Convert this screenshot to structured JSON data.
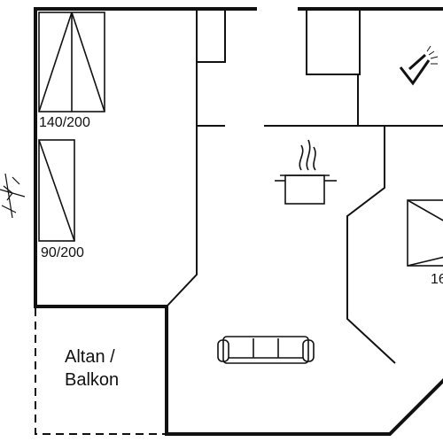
{
  "labels": {
    "bed_1": "140/200",
    "bed_2": "90/200",
    "bed_3_partial": "16",
    "balcony_line1": "Altan /",
    "balcony_line2": "Balkon"
  },
  "colors": {
    "wall": "#111111",
    "background": "#ffffff"
  },
  "icons": [
    "compass-icon",
    "shower-icon",
    "stove-pot-icon",
    "sofa-icon",
    "bed-icon"
  ]
}
